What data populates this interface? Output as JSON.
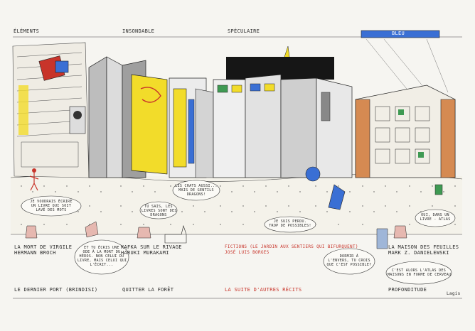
{
  "headers": {
    "elements": "ÉLÉMENTS",
    "insondable": "INSONDABLE",
    "speculaire": "SPÉCULAIRE",
    "bleu": "BLEU"
  },
  "works": [
    {
      "title": "LA MORT DE VIRGILE",
      "author": "HERMANN BROCH"
    },
    {
      "title": "KAFKA SUR LE RIVAGE",
      "author": "HARUKI MURAKAMI"
    },
    {
      "title": "FICTIONS (LE JARDIN AUX SENTIERS QUI BIFURQUENT)",
      "author": "JOSÉ LUIS BORGES"
    },
    {
      "title": "LA MAISON DES FEUILLES",
      "author": "MARK Z. DANIELEWSKI"
    }
  ],
  "bottom_labels": [
    "LE DERNIER PORT (BRINDISI)",
    "QUITTER LA FORÊT",
    "LA SUITE D'AUTRES RÉCITS",
    "PROFONDITUDE"
  ],
  "bubbles": {
    "b1": "JE VOUDRAIS ÉCRIRE\nUN LIVRE QUI SOIT\nLAVÉ DES MOTS",
    "b2": "TU SAIS, LES\nLIVRES SONT DES\nDRAGONS",
    "b3": "LES CHATS AUSSI...\nMAIS DE GENTILS\nDRAGONS!",
    "b4": "JE SUIS PERDU.\nTROP DE POSSIBLES!",
    "b5": "ET TU ÉCRIS UNE\nODE À LA MORT DU\nHÉROS. NON CELUI DU\nLIVRE, MAIS CELUI QUI\nL'ÉCRIT...",
    "b6": "OUI, DANS UN\nLIVRE - ATLAS",
    "b7": "DORMIR À\nL'ENVERS, TU CROIS\nQUE C'EST POSSIBLE?",
    "b8": "C'EST ALORS L'ATLAS DES\nMAISONS EN FORME DE CERVEAU"
  },
  "colors": {
    "ink": "#2a2a2a",
    "red": "#c8342a",
    "blue": "#3a6fd4",
    "yellow": "#f2dc2a",
    "black": "#161616",
    "orange": "#d58a52",
    "green": "#3f9a53",
    "paper": "#f6f5f1"
  },
  "signature": "Lagis"
}
